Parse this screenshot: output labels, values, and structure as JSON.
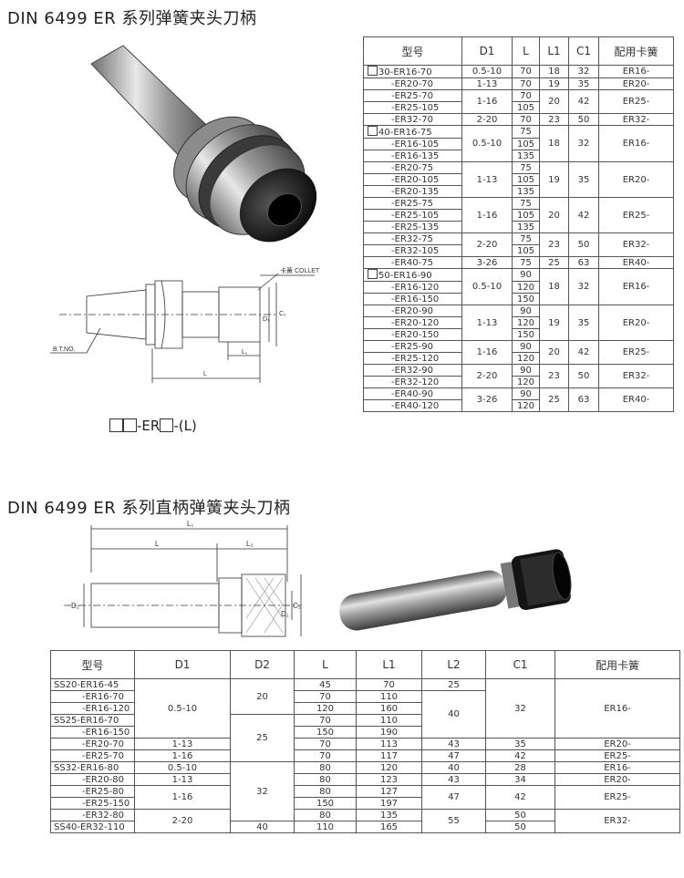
{
  "title1": "DIN  6499  ER  系列弹簧夹头刀柄",
  "title2": "DIN  6499  ER  系列直柄弹簧夹头刀柄",
  "drawing1": {
    "collet_label": "卡簧 COLLET",
    "btno_label": "B.T.NO.",
    "L": "L",
    "L1": "L₁",
    "D1": "D₁",
    "C1": "C₁"
  },
  "order_code": {
    "er": "-ER",
    "l": "-(L)"
  },
  "drawing2": {
    "L1": "L₁",
    "L": "L",
    "L2": "L₂",
    "D2": "D₂",
    "D1": "D₁",
    "C1": "C₁"
  },
  "table1": {
    "headers": {
      "model": "型号",
      "d1": "D1",
      "l": "L",
      "l1": "L1",
      "c1": "C1",
      "collet": "配用卡簧"
    },
    "models": [
      "30-ER16-70",
      "-ER20-70",
      "-ER25-70",
      "-ER25-105",
      "-ER32-70",
      "40-ER16-75",
      "-ER16-105",
      "-ER16-135",
      "-ER20-75",
      "-ER20-105",
      "-ER20-135",
      "-ER25-75",
      "-ER25-105",
      "-ER25-135",
      "-ER32-75",
      "-ER32-105",
      "-ER40-75",
      "50-ER16-90",
      "-ER16-120",
      "-ER16-150",
      "-ER20-90",
      "-ER20-120",
      "-ER20-150",
      "-ER25-90",
      "-ER25-120",
      "-ER32-90",
      "-ER32-120",
      "-ER40-90",
      "-ER40-120"
    ],
    "L": [
      "70",
      "70",
      "70",
      "105",
      "70",
      "75",
      "105",
      "135",
      "75",
      "105",
      "135",
      "75",
      "105",
      "135",
      "75",
      "105",
      "75",
      "90",
      "120",
      "150",
      "90",
      "120",
      "150",
      "90",
      "120",
      "90",
      "120",
      "90",
      "120"
    ],
    "D1": [
      "0.5-10",
      "1-13",
      "1-16",
      "2-20",
      "0.5-10",
      "1-13",
      "1-16",
      "2-20",
      "3-26",
      "0.5-10",
      "1-13",
      "1-16",
      "2-20",
      "3-26"
    ],
    "L1": [
      "18",
      "19",
      "20",
      "23",
      "18",
      "19",
      "20",
      "23",
      "25",
      "18",
      "19",
      "20",
      "23",
      "25"
    ],
    "C1": [
      "32",
      "35",
      "42",
      "50",
      "32",
      "35",
      "42",
      "50",
      "63",
      "32",
      "35",
      "42",
      "50",
      "63"
    ],
    "collet": [
      "ER16-",
      "ER20-",
      "ER25-",
      "ER32-",
      "ER16-",
      "ER20-",
      "ER25-",
      "ER32-",
      "ER40-",
      "ER16-",
      "ER20-",
      "ER25-",
      "ER32-",
      "ER40-"
    ]
  },
  "table2": {
    "headers": {
      "model": "型号",
      "d1": "D1",
      "d2": "D2",
      "l": "L",
      "l1": "L1",
      "l2": "L2",
      "c1": "C1",
      "collet": "配用卡簧"
    },
    "models": [
      "SS20-ER16-45",
      "-ER16-70",
      "-ER16-120",
      "SS25-ER16-70",
      "-ER16-150",
      "-ER20-70",
      "-ER25-70",
      "SS32-ER16-80",
      "-ER20-80",
      "-ER25-80",
      "-ER25-150",
      "-ER32-80",
      "SS40-ER32-110"
    ],
    "D1": [
      "0.5-10",
      "1-13",
      "1-16",
      "0.5-10",
      "1-13",
      "1-16",
      "2-20"
    ],
    "D2": [
      "20",
      "25",
      "32",
      "40"
    ],
    "L": [
      "45",
      "70",
      "120",
      "70",
      "150",
      "70",
      "70",
      "80",
      "80",
      "80",
      "150",
      "80",
      "110"
    ],
    "L1": [
      "70",
      "110",
      "160",
      "110",
      "190",
      "113",
      "117",
      "120",
      "123",
      "127",
      "197",
      "135",
      "165"
    ],
    "L2": [
      "25",
      "40",
      "43",
      "47",
      "40",
      "43",
      "47",
      "55"
    ],
    "C1": [
      "32",
      "35",
      "42",
      "28",
      "34",
      "42",
      "50",
      "50"
    ],
    "collet": [
      "ER16-",
      "ER20-",
      "ER25-",
      "ER16-",
      "ER20-",
      "ER25-",
      "ER32-"
    ]
  }
}
